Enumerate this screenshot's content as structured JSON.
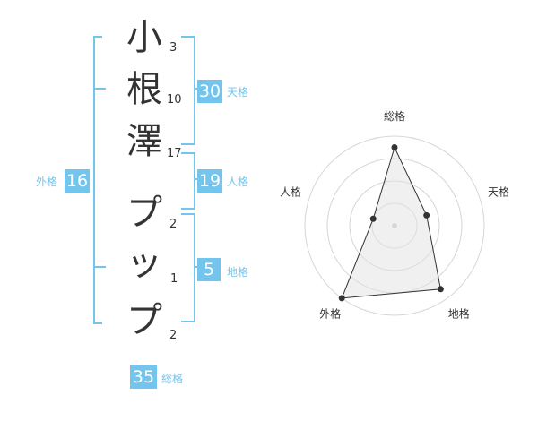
{
  "name": {
    "chars": [
      {
        "char": "小",
        "strokes": "3"
      },
      {
        "char": "根",
        "strokes": "10"
      },
      {
        "char": "澤",
        "strokes": "17"
      },
      {
        "char": "プ",
        "strokes": "2"
      },
      {
        "char": "ッ",
        "strokes": "1"
      },
      {
        "char": "プ",
        "strokes": "2"
      }
    ]
  },
  "fortune": {
    "tenkaku": {
      "value": "30",
      "label": "天格"
    },
    "jinkaku": {
      "value": "19",
      "label": "人格"
    },
    "chikaku": {
      "value": "5",
      "label": "地格"
    },
    "gaikaku": {
      "value": "16",
      "label": "外格"
    },
    "soukaku": {
      "value": "35",
      "label": "総格"
    }
  },
  "chart_data": {
    "type": "radar",
    "axes": [
      "総格",
      "天格",
      "地格",
      "外格",
      "人格"
    ],
    "rings": 4,
    "max": 4,
    "values": [
      3.5,
      1.5,
      3.5,
      4,
      1
    ]
  }
}
